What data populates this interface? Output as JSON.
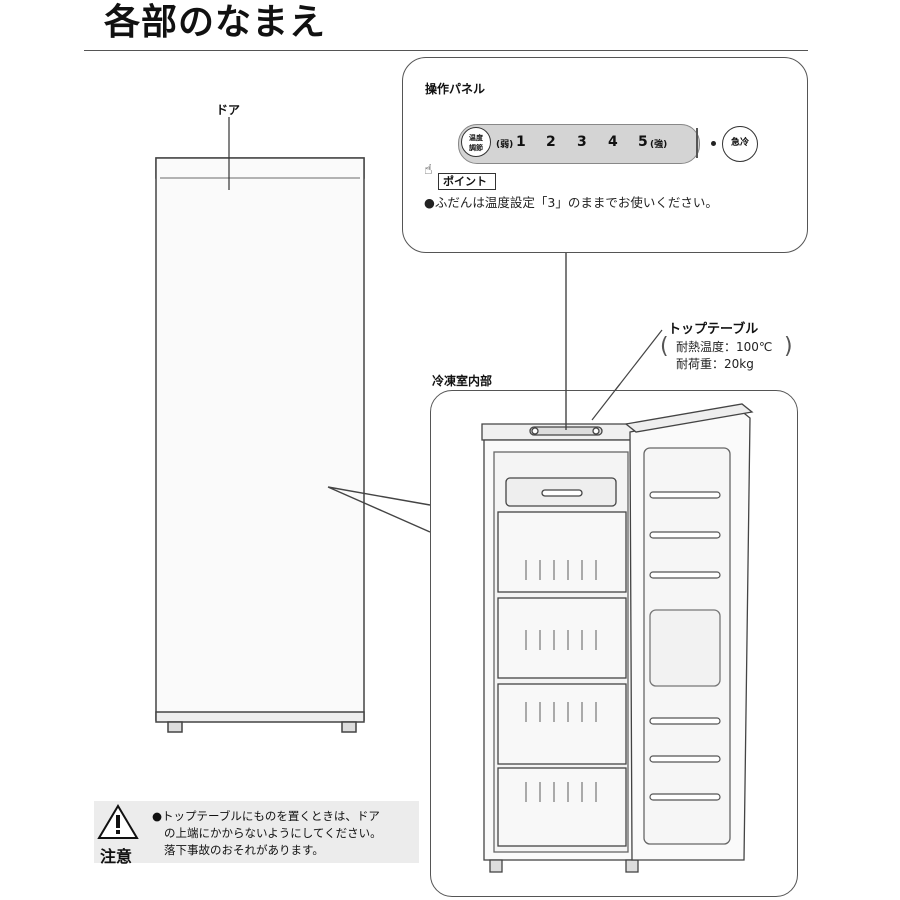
{
  "title": "各部のなまえ",
  "door_label": "ドア",
  "panel": {
    "label": "操作パネル",
    "knob_label_line1": "温度",
    "knob_label_line2": "調節",
    "weak_tag": "(弱)",
    "strong_tag": "(強)",
    "levels": [
      "1",
      "2",
      "3",
      "4",
      "5"
    ],
    "quick_freeze_label": "急冷",
    "point_badge": "ポイント",
    "point_note": "●ふだんは温度設定「3」のままでお使いください。"
  },
  "top_table": {
    "label": "トップテーブル",
    "spec_heat": "耐熱温度：100℃",
    "spec_load": "耐荷重：20kg"
  },
  "interior_label": "冷凍室内部",
  "caution": {
    "label": "注意",
    "lines": [
      "●トップテーブルにものを置くときは、ドア",
      "の上端にかからないようにしてください。",
      "落下事故のおそれがあります。"
    ]
  }
}
